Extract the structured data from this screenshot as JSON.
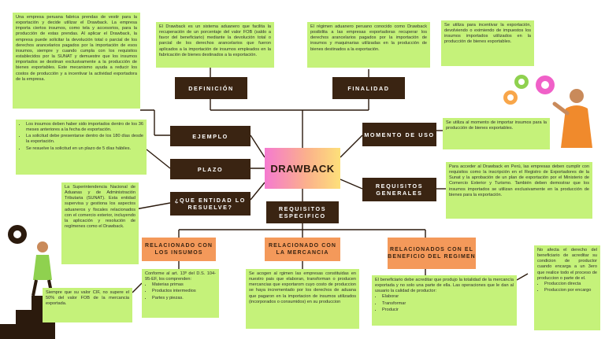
{
  "center": {
    "title": "DRAWBACK"
  },
  "nodes": {
    "definicion": "DEFINICIÓN",
    "finalidad": "FINALIDAD",
    "ejemplo": "EJEMPLO",
    "plazo": "PLAZO",
    "entidad": "¿QUE ENTIDAD LO RESUELVE?",
    "momento": "MOMENTO DE USO",
    "requisitos_generales": "REQUISITOS GENERALES",
    "requisitos_especifico": "REQUISITOS ESPECIFICO",
    "rel_insumos": "RELACIONADO CON LOS INSUMOS",
    "rel_mercancia": "RELACIONADO CON LA MERCANCIA",
    "rel_beneficio": "RELACIONADOS CON EL BENEFICIO DEL REGIMEN"
  },
  "texts": {
    "ejemplo": "Una empresa peruana fabrica prendas de vestir para la exportación y decide utilizar el Drawback. La empresa importa ciertos insumos, como tela y accesorios, para la producción de estas prendas. Al aplicar el Drawback, la empresa puede solicitar la devolución total o parcial de los derechos arancelarios pagados por la importación de esos insumos, siempre y cuando cumpla con los requisitos establecidos por la SUNAT y demuestre que los insumos importados se destinan exclusivamente a la producción de bienes exportables. Este mecanismo ayuda a reducir los costos de producción y a incentivar la actividad exportadora de la empresa.",
    "definicion": "El Drawback es un sistema aduanero que facilita la recuperación de un porcentaje del valor FOB (saldo a favor del beneficiario) mediante la devolución total o parcial de los derechos arancelarios que fueron aplicados a la importación de insumos empleados en la fabricación de bienes destinados a la exportación.",
    "finalidad": "El régimen aduanero peruano conocido como Drawback posibilita a las empresas exportadoras recuperar los derechos arancelarios pagados por la importación de insumos y maquinarias utilizadas en la producción de bienes destinados a la exportación.",
    "finalidad_extra": "Se utiliza para incentivar la exportación, devolviendo o eximiendo de impuestos los insumos importados utilizados en la producción de bienes exportables.",
    "plazo_items": [
      "Los insumos deben haber sido importados dentro de los 36 meses anteriores a la fecha de exportación.",
      "La solicitud debe presentarse dentro de los 180 días desde la exportación.",
      "Se resuelve la solicitud en un plazo de 5 días hábiles."
    ],
    "entidad": "La Superintendencia Nacional de Aduanas y de Administración Tributaria (SUNAT). Esta entidad supervisa y gestiona los aspectos aduaneros y fiscales relacionados con el comercio exterior, incluyendo la aplicación y resolución de regímenes como el Drawback.",
    "momento": "Se utiliza al momento de importar insumos para la producción de bienes exportables.",
    "requisitos_generales": "Para acceder al Drawback en Perú, las empresas deben cumplir con requisitos como la inscripción en el Registro de Exportadores de la Sunat y la aprobación de un plan de exportación por el Ministerio de Comercio Exterior y Turismo. También deben demostrar que los insumos importados se utilizan exclusivamente en la producción de bienes para la exportación.",
    "cif": "Siempre que su valor CIF, no supere el 50% del valor FOB de la mercancia exportada.",
    "insumos_intro": "Conforme al art. 13º del D.S. 104-95-EF, los comprenden:",
    "insumos_items": [
      "Materias primas",
      "Productos intermedios",
      "Partes y piezas."
    ],
    "mercancia": "Se acogen al rgimen las empresas constituidas en nuestro pais que elaboran, transforman o producen mercancias que exportarom cuyo costo de produccion se haya incrementado por los derechos de aduana que pagaron en la importacion de insumos utilizados (incorporados o consumidos) en su produccion",
    "beneficio_intro": "El beneficiario debe acreditar que produjo la totalidad de la mercancía exportada y no solo una parte de ella. Las operaciones que le dan al usuario la calidad de productor:",
    "beneficio_items": [
      "Elaborar",
      "Transformar",
      "Producir"
    ],
    "afecta_intro": "No afecta el derecho del beneficiario de acreditar su condicion de productor cuando encarga a un 3ero que realice todo el proceso de produccion o parte de el.",
    "afecta_items": [
      "Produccion directa",
      "Produccion por encargo"
    ]
  },
  "colors": {
    "dark": "#3a2412",
    "green": "#c5f27a",
    "orange": "#f4995a"
  }
}
